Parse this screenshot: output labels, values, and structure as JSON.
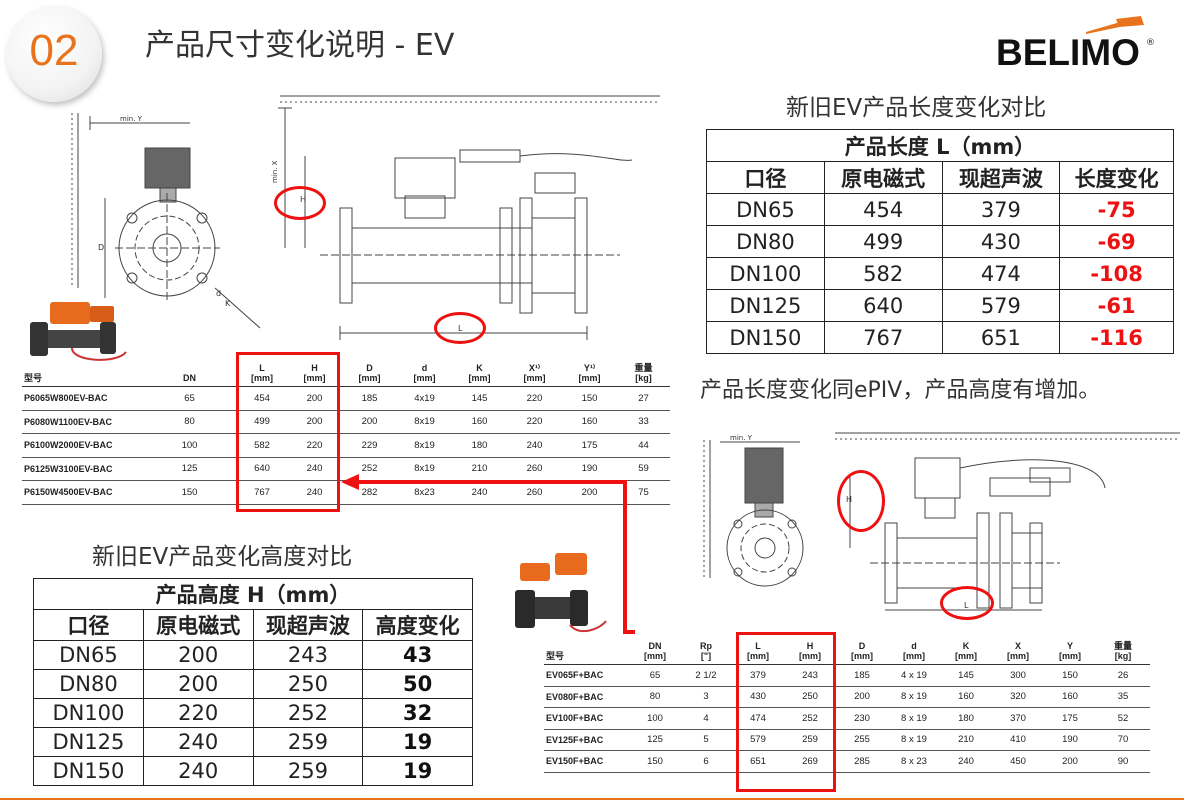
{
  "header": {
    "badge": "02",
    "title": "产品尺寸变化说明 - EV",
    "logo": "BELIMO",
    "logo_reg": "®"
  },
  "length_compare": {
    "section_title": "新旧EV产品长度变化对比",
    "caption": "产品长度 L（mm）",
    "columns": [
      "口径",
      "原电磁式",
      "现超声波",
      "长度变化"
    ],
    "rows": [
      [
        "DN65",
        "454",
        "379",
        "-75"
      ],
      [
        "DN80",
        "499",
        "430",
        "-69"
      ],
      [
        "DN100",
        "582",
        "474",
        "-108"
      ],
      [
        "DN125",
        "640",
        "579",
        "-61"
      ],
      [
        "DN150",
        "767",
        "651",
        "-116"
      ]
    ]
  },
  "height_compare": {
    "section_title": "新旧EV产品变化高度对比",
    "caption": "产品高度 H（mm）",
    "columns": [
      "口径",
      "原电磁式",
      "现超声波",
      "高度变化"
    ],
    "rows": [
      [
        "DN65",
        "200",
        "243",
        "43"
      ],
      [
        "DN80",
        "200",
        "250",
        "50"
      ],
      [
        "DN100",
        "220",
        "252",
        "32"
      ],
      [
        "DN125",
        "240",
        "259",
        "19"
      ],
      [
        "DN150",
        "240",
        "259",
        "19"
      ]
    ]
  },
  "note": "产品长度变化同ePIV，产品高度有增加。",
  "old_spec": {
    "headers": [
      [
        "型号",
        ""
      ],
      [
        "DN",
        ""
      ],
      [
        "L",
        "[mm]"
      ],
      [
        "H",
        "[mm]"
      ],
      [
        "D",
        "[mm]"
      ],
      [
        "d",
        "[mm]"
      ],
      [
        "K",
        "[mm]"
      ],
      [
        "X¹⁾",
        "[mm]"
      ],
      [
        "Y¹⁾",
        "[mm]"
      ],
      [
        "重量",
        "[kg]"
      ]
    ],
    "rows": [
      [
        "P6065W800EV-BAC",
        "65",
        "454",
        "200",
        "185",
        "4x19",
        "145",
        "220",
        "150",
        "27"
      ],
      [
        "P6080W1100EV-BAC",
        "80",
        "499",
        "200",
        "200",
        "8x19",
        "160",
        "220",
        "160",
        "33"
      ],
      [
        "P6100W2000EV-BAC",
        "100",
        "582",
        "220",
        "229",
        "8x19",
        "180",
        "240",
        "175",
        "44"
      ],
      [
        "P6125W3100EV-BAC",
        "125",
        "640",
        "240",
        "252",
        "8x19",
        "210",
        "260",
        "190",
        "59"
      ],
      [
        "P6150W4500EV-BAC",
        "150",
        "767",
        "240",
        "282",
        "8x23",
        "240",
        "260",
        "200",
        "75"
      ]
    ]
  },
  "new_spec": {
    "headers": [
      [
        "型号",
        ""
      ],
      [
        "DN",
        "[mm]"
      ],
      [
        "Rp",
        "[\"]"
      ],
      [
        "L",
        "[mm]"
      ],
      [
        "H",
        "[mm]"
      ],
      [
        "D",
        "[mm]"
      ],
      [
        "d",
        "[mm]"
      ],
      [
        "K",
        "[mm]"
      ],
      [
        "X",
        "[mm]"
      ],
      [
        "Y",
        "[mm]"
      ],
      [
        "重量",
        "[kg]"
      ]
    ],
    "rows": [
      [
        "EV065F+BAC",
        "65",
        "2 1/2",
        "379",
        "243",
        "185",
        "4 x 19",
        "145",
        "300",
        "150",
        "26"
      ],
      [
        "EV080F+BAC",
        "80",
        "3",
        "430",
        "250",
        "200",
        "8 x 19",
        "160",
        "320",
        "160",
        "35"
      ],
      [
        "EV100F+BAC",
        "100",
        "4",
        "474",
        "252",
        "230",
        "8 x 19",
        "180",
        "370",
        "175",
        "52"
      ],
      [
        "EV125F+BAC",
        "125",
        "5",
        "579",
        "259",
        "255",
        "8 x 19",
        "210",
        "410",
        "190",
        "70"
      ],
      [
        "EV150F+BAC",
        "150",
        "6",
        "651",
        "269",
        "285",
        "8 x 23",
        "240",
        "450",
        "200",
        "90"
      ]
    ]
  },
  "drawing_labels": {
    "min_y": "min. Y",
    "min_x": "min. X",
    "h": "H",
    "d_upper": "D",
    "d_lower": "d",
    "k": "K",
    "l": "L"
  },
  "colors": {
    "accent_orange": "#e8731c",
    "highlight_red": "#ee1111"
  },
  "icons": [
    "valve-photo",
    "actuator-photo"
  ]
}
